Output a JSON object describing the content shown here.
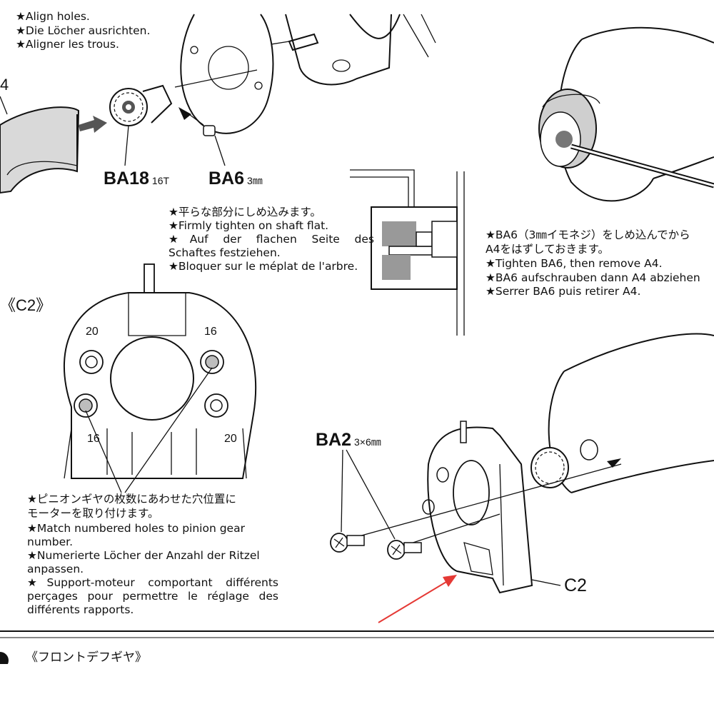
{
  "step_top": {
    "align_lines": [
      "★Align holes.",
      "★Die Löcher ausrichten.",
      "★Aligner les trous."
    ],
    "tool_label": "4"
  },
  "parts": {
    "pinion": {
      "code": "BA18",
      "spec": "16T"
    },
    "setscrew": {
      "code": "BA6",
      "spec": "3㎜"
    },
    "screw": {
      "code": "BA2",
      "spec": "3×6㎜"
    },
    "mount": {
      "code": "C2"
    }
  },
  "tighten_notes": [
    "★平らな部分にしめ込みます。",
    "★Firmly tighten on shaft flat.",
    "★Auf der flachen Seite des",
    "Schaftes festziehen.",
    "★Bloquer sur le méplat de l'arbre."
  ],
  "remove_notes": [
    "★BA6（3㎜イモネジ）をしめ込んでから",
    "A4をはずしておきます。",
    "★Tighten BA6, then remove A4.",
    "★BA6 aufschrauben dann A4 abziehen",
    "★Serrer BA6 puis retirer A4."
  ],
  "c2_section": {
    "title": "《C2》",
    "hole_numbers": {
      "top_left": "20",
      "top_right": "16",
      "bottom_left": "16",
      "bottom_right": "20"
    }
  },
  "match_notes": [
    "★ピニオンギヤの枚数にあわせた穴位置に",
    "モーターを取り付けます。",
    "★Match numbered holes to pinion gear",
    "number.",
    "★Numerierte Löcher der Anzahl der Ritzel",
    "anpassen.",
    "★Support-moteur comportant différents",
    "perçages pour permettre le réglage des",
    "différents rapports."
  ],
  "next_step": {
    "title": "《フロントデフギヤ》"
  },
  "colors": {
    "annotation_arrow": "#e53935",
    "part_shade": "#cfcfcf",
    "dark_shade": "#8a8a8a"
  }
}
